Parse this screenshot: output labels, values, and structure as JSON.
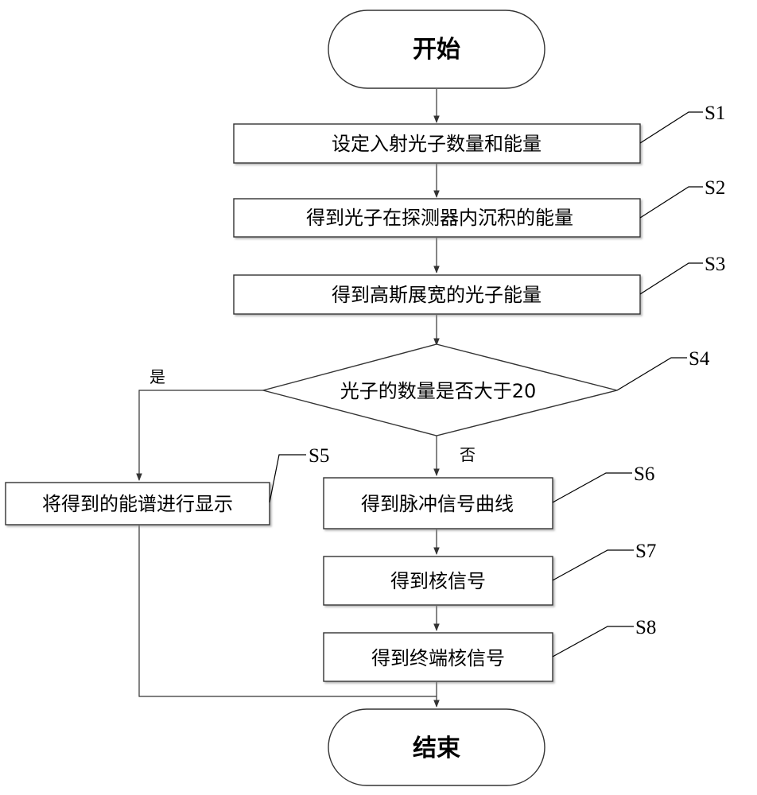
{
  "start": "开始",
  "end": "结束",
  "steps": {
    "s1": {
      "tag": "S1",
      "text": "设定入射光子数量和能量"
    },
    "s2": {
      "tag": "S2",
      "text": "得到光子在探测器内沉积的能量"
    },
    "s3": {
      "tag": "S3",
      "text": "得到高斯展宽的光子能量"
    },
    "s4": {
      "tag": "S4",
      "text": "光子的数量是否大于20"
    },
    "s5": {
      "tag": "S5",
      "text": "将得到的能谱进行显示"
    },
    "s6": {
      "tag": "S6",
      "text": "得到脉冲信号曲线"
    },
    "s7": {
      "tag": "S7",
      "text": "得到核信号"
    },
    "s8": {
      "tag": "S8",
      "text": "得到终端核信号"
    }
  },
  "branches": {
    "yes": "是",
    "no": "否"
  }
}
